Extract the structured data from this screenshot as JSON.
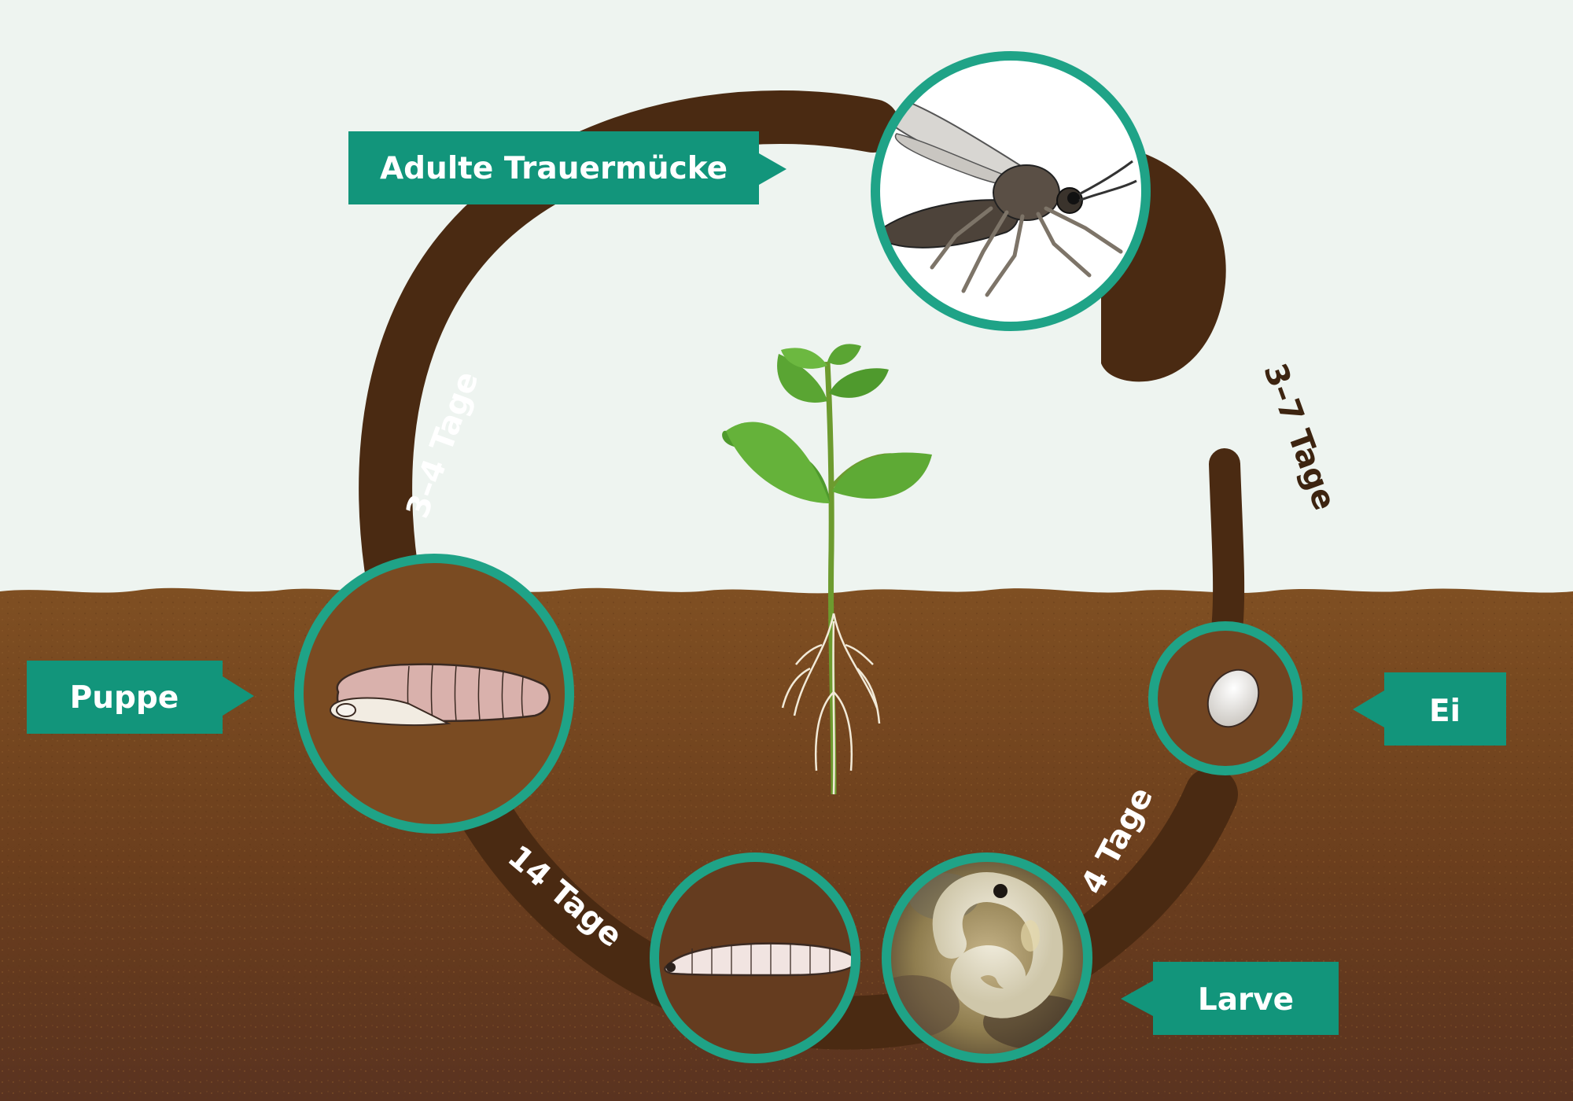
{
  "stages": {
    "adult": {
      "label": "Adulte Trauermücke"
    },
    "egg": {
      "label": "Ei"
    },
    "larva": {
      "label": "Larve"
    },
    "pupa": {
      "label": "Puppe"
    }
  },
  "durations": {
    "adult_to_egg": "3–7 Tage",
    "egg_to_larva": "4 Tage",
    "larva_to_pupa": "14 Tage",
    "pupa_to_adult": "3–4 Tage"
  },
  "colors": {
    "sky": "#eef4f0",
    "soil": "#7a4a22",
    "ring": "#4a2c14",
    "accent": "#1fa387"
  }
}
